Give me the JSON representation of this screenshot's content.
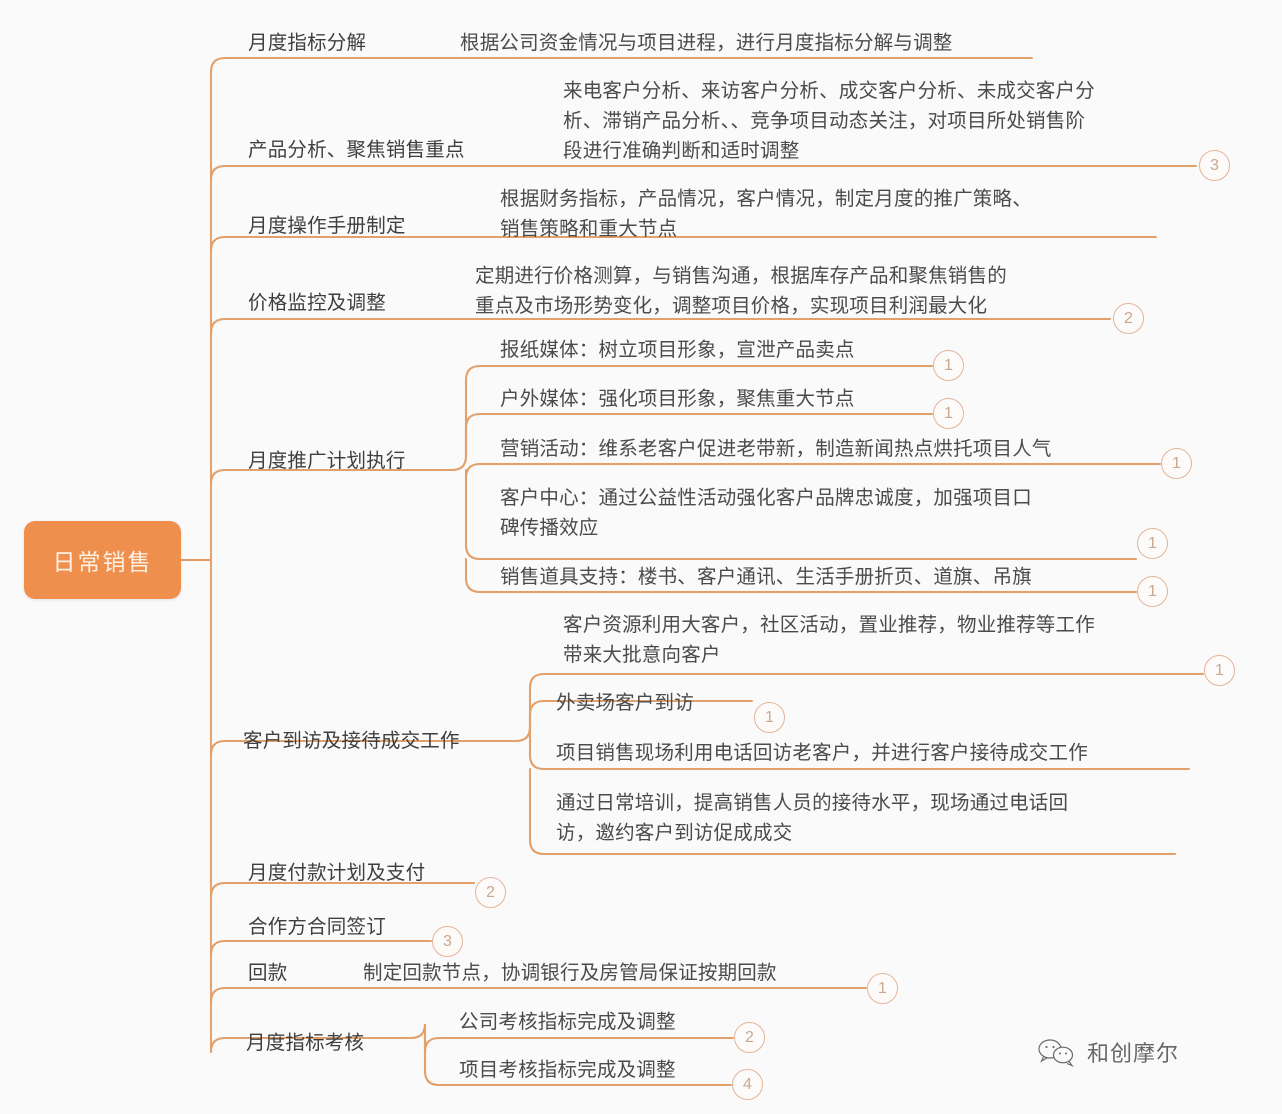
{
  "root": {
    "label": "日常销售"
  },
  "branches": [
    {
      "key": "b1",
      "topic": "月度指标分解",
      "detail": "根据公司资金情况与项目进程，进行月度指标分解与调整"
    },
    {
      "key": "b2",
      "topic": "产品分析、聚焦销售重点",
      "detail": "来电客户分析、来访客户分析、成交客户分析、未成交客户分\n析、滞销产品分析、、竞争项目动态关注，对项目所处销售阶\n段进行准确判断和适时调整",
      "badge": "3"
    },
    {
      "key": "b3",
      "topic": "月度操作手册制定",
      "detail": "根据财务指标，产品情况，客户情况，制定月度的推广策略、\n销售策略和重大节点"
    },
    {
      "key": "b4",
      "topic": "价格监控及调整",
      "detail": "定期进行价格测算，与销售沟通，根据库存产品和聚焦销售的\n重点及市场形势变化，调整项目价格，实现项目利润最大化",
      "badge": "2"
    },
    {
      "key": "b5",
      "topic": "月度推广计划执行",
      "children": [
        {
          "text": "报纸媒体：树立项目形象，宣泄产品卖点",
          "badge": "1"
        },
        {
          "text": "户外媒体：强化项目形象，聚焦重大节点",
          "badge": "1"
        },
        {
          "text": "营销活动：维系老客户促进老带新，制造新闻热点烘托项目人气",
          "badge": "1"
        },
        {
          "text": "客户中心：通过公益性活动强化客户品牌忠诚度，加强项目口\n碑传播效应",
          "badge": "1"
        },
        {
          "text": "销售道具支持：楼书、客户通讯、生活手册折页、道旗、吊旗",
          "badge": "1"
        }
      ]
    },
    {
      "key": "b6",
      "topic": "客户到访及接待成交工作",
      "children": [
        {
          "text": "客户资源利用大客户，社区活动，置业推荐，物业推荐等工作\n带来大批意向客户",
          "badge": "1"
        },
        {
          "text": "外卖场客户到访",
          "badge": "1"
        },
        {
          "text": "项目销售现场利用电话回访老客户，并进行客户接待成交工作"
        },
        {
          "text": "通过日常培训，提高销售人员的接待水平，现场通过电话回\n访，邀约客户到访促成成交"
        }
      ]
    },
    {
      "key": "b7",
      "topic": "月度付款计划及支付",
      "badge": "2"
    },
    {
      "key": "b8",
      "topic": "合作方合同签订",
      "badge": "3"
    },
    {
      "key": "b9",
      "topic": "回款",
      "detail": "制定回款节点，协调银行及房管局保证按期回款",
      "badge": "1"
    },
    {
      "key": "b10",
      "topic": "月度指标考核",
      "children": [
        {
          "text": "公司考核指标完成及调整",
          "badge": "2"
        },
        {
          "text": "项目考核指标完成及调整",
          "badge": "4"
        }
      ]
    }
  ],
  "watermark": {
    "label": "和创摩尔",
    "icon": "wechat-icon"
  },
  "colors": {
    "root_fill": "#ef8f4e",
    "root_text": "#fdf1e4",
    "line": "#e09a62",
    "line_light": "#e8b89a",
    "text": "#4b4b4b",
    "badge_border": "#e2b49a",
    "badge_text": "#c9a78f",
    "background": "#fbfafa"
  }
}
